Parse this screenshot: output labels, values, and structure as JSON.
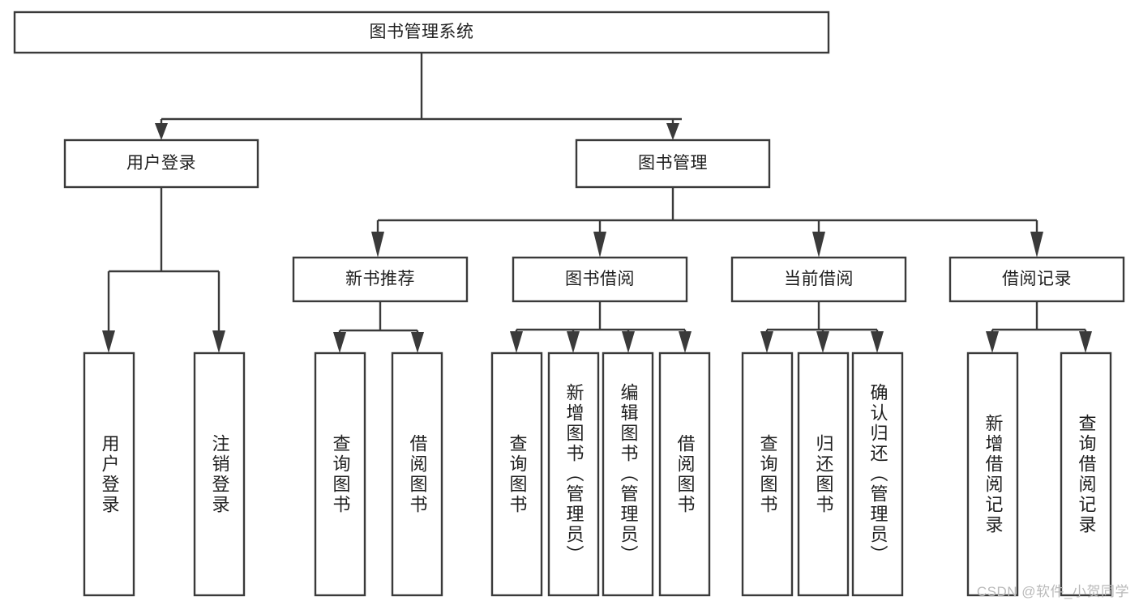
{
  "diagram": {
    "type": "tree",
    "title": "图书管理系统",
    "watermark": "CSDN @软件_小贺同学",
    "colors": {
      "box_stroke": "#3a3a3a",
      "box_fill": "#ffffff",
      "text": "#1f1f1f",
      "background": "#ffffff",
      "watermark": "#b9b9b9"
    },
    "levels": {
      "root": "图书管理系统",
      "level2": [
        "用户登录",
        "图书管理"
      ],
      "level3": [
        "新书推荐",
        "图书借阅",
        "当前借阅",
        "借阅记录"
      ]
    },
    "nodes": {
      "root": {
        "label": "图书管理系统"
      },
      "user_login": {
        "label": "用户登录"
      },
      "book_manage": {
        "label": "图书管理"
      },
      "new_book_rec": {
        "label": "新书推荐"
      },
      "book_borrow": {
        "label": "图书借阅"
      },
      "current_borrow": {
        "label": "当前借阅"
      },
      "borrow_record": {
        "label": "借阅记录"
      },
      "leaf_1": {
        "label": "用户登录"
      },
      "leaf_2": {
        "label": "注销登录"
      },
      "leaf_3": {
        "label": "查询图书"
      },
      "leaf_4": {
        "label": "借阅图书"
      },
      "leaf_5": {
        "label": "查询图书"
      },
      "leaf_6": {
        "label": "新增图书（管理员）"
      },
      "leaf_7": {
        "label": "编辑图书（管理员）"
      },
      "leaf_8": {
        "label": "借阅图书"
      },
      "leaf_9": {
        "label": "查询图书"
      },
      "leaf_10": {
        "label": "归还图书"
      },
      "leaf_11": {
        "label": "确认归还（管理员）"
      },
      "leaf_12": {
        "label": "新增借阅记录"
      },
      "leaf_13": {
        "label": "查询借阅记录"
      }
    },
    "edges": [
      {
        "from": "root",
        "to": "user_login"
      },
      {
        "from": "root",
        "to": "book_manage"
      },
      {
        "from": "user_login",
        "to": "leaf_1"
      },
      {
        "from": "user_login",
        "to": "leaf_2"
      },
      {
        "from": "book_manage",
        "to": "new_book_rec"
      },
      {
        "from": "book_manage",
        "to": "book_borrow"
      },
      {
        "from": "book_manage",
        "to": "current_borrow"
      },
      {
        "from": "book_manage",
        "to": "borrow_record"
      },
      {
        "from": "new_book_rec",
        "to": "leaf_3"
      },
      {
        "from": "new_book_rec",
        "to": "leaf_4"
      },
      {
        "from": "book_borrow",
        "to": "leaf_5"
      },
      {
        "from": "book_borrow",
        "to": "leaf_6"
      },
      {
        "from": "book_borrow",
        "to": "leaf_7"
      },
      {
        "from": "book_borrow",
        "to": "leaf_8"
      },
      {
        "from": "current_borrow",
        "to": "leaf_9"
      },
      {
        "from": "current_borrow",
        "to": "leaf_10"
      },
      {
        "from": "current_borrow",
        "to": "leaf_11"
      },
      {
        "from": "borrow_record",
        "to": "leaf_12"
      },
      {
        "from": "borrow_record",
        "to": "leaf_13"
      }
    ]
  }
}
